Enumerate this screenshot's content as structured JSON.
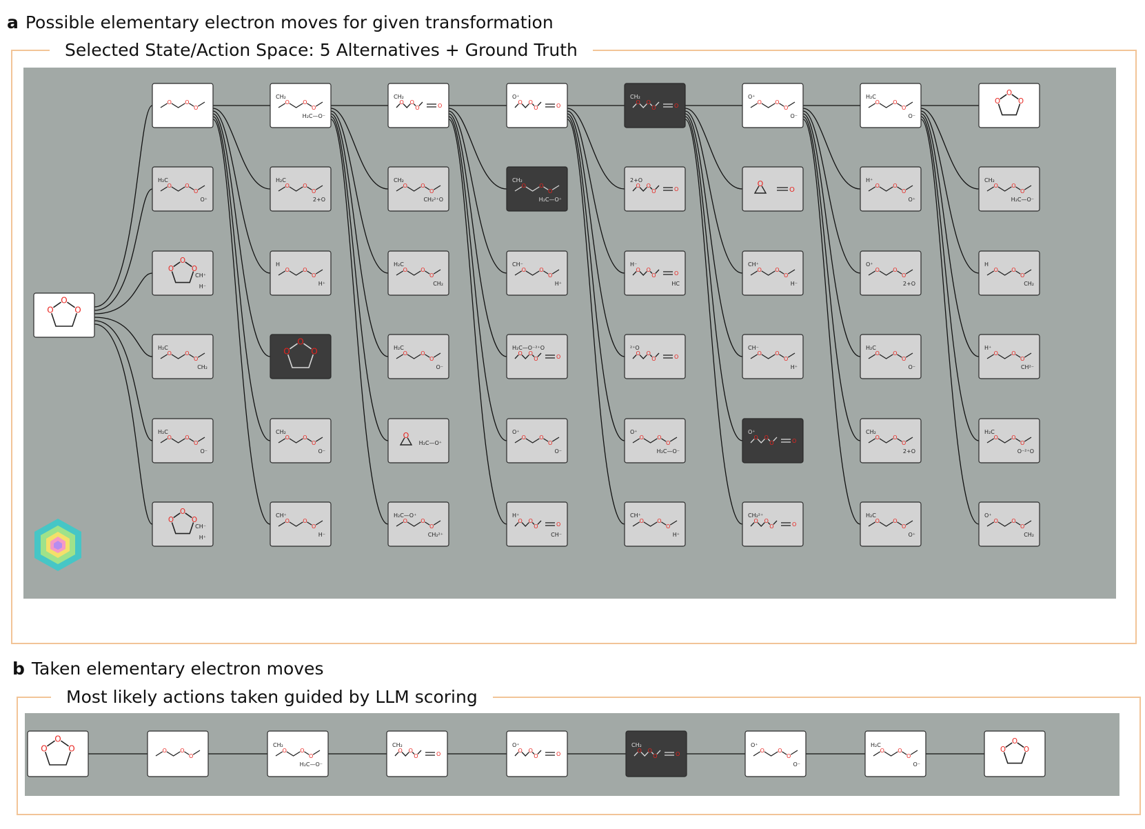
{
  "panel_a": {
    "label": "a",
    "heading": "Possible elementary electron moves for given transformation",
    "frame_title": "Selected State/Action Space: 5 Alternatives + Ground Truth"
  },
  "panel_b": {
    "label": "b",
    "heading": "Taken  elementary electron moves",
    "frame_title": "Most likely actions taken guided by LLM scoring"
  },
  "colors": {
    "panel_bg": "#a2a9a6",
    "frame_border": "#f2c497",
    "ground_truth_box": "#ffffff",
    "alternative_box": "#d3d3d3",
    "selected_box": "#3c3c3c",
    "oxygen": "#e8231e"
  },
  "tree": {
    "root": {
      "kind": "dioxolane",
      "style": "white"
    },
    "columns": [
      [
        {
          "kind": "chain",
          "style": "white"
        },
        {
          "kind": "chain",
          "style": "gray",
          "labels": [
            "H₂C",
            "O⁺"
          ]
        },
        {
          "kind": "dioxolane_small",
          "style": "gray",
          "labels": [
            "CH⁺",
            "H⁻"
          ]
        },
        {
          "kind": "chain",
          "style": "gray",
          "labels": [
            "H₂C",
            "CH₂"
          ]
        },
        {
          "kind": "chain",
          "style": "gray",
          "labels": [
            "H₂C",
            "O⁻"
          ]
        },
        {
          "kind": "dioxolane_small",
          "style": "gray",
          "labels": [
            "CH⁻",
            "H⁺"
          ]
        }
      ],
      [
        {
          "kind": "chain",
          "style": "white",
          "labels": [
            "CH₂",
            "H₂C—O⁻"
          ]
        },
        {
          "kind": "chain",
          "style": "gray",
          "labels": [
            "H₂C",
            "2+O"
          ]
        },
        {
          "kind": "chain",
          "style": "gray",
          "labels": [
            "H",
            "H⁺"
          ]
        },
        {
          "kind": "dioxolane",
          "style": "dark"
        },
        {
          "kind": "chain",
          "style": "gray",
          "labels": [
            "CH₂",
            "O⁻"
          ]
        },
        {
          "kind": "chain",
          "style": "gray",
          "labels": [
            "CH⁺",
            "H⁻"
          ]
        }
      ],
      [
        {
          "kind": "chain_db",
          "style": "white",
          "labels": [
            "CH₂"
          ]
        },
        {
          "kind": "chain",
          "style": "gray",
          "labels": [
            "CH₂",
            "CH₂²⁺O"
          ]
        },
        {
          "kind": "chain",
          "style": "gray",
          "labels": [
            "H₂C",
            "CH₂"
          ]
        },
        {
          "kind": "chain",
          "style": "gray",
          "labels": [
            "H₂C",
            "O⁻"
          ]
        },
        {
          "kind": "epoxide",
          "style": "gray",
          "labels": [
            "H₂C—O⁺"
          ]
        },
        {
          "kind": "chain",
          "style": "gray",
          "labels": [
            "H₂C—O⁺",
            "CH₂²⁺"
          ]
        }
      ],
      [
        {
          "kind": "chain_db",
          "style": "white",
          "labels": [
            "O⁺"
          ]
        },
        {
          "kind": "chain",
          "style": "dark",
          "labels": [
            "CH₂",
            "H₂C—O⁺"
          ]
        },
        {
          "kind": "chain",
          "style": "gray",
          "labels": [
            "CH⁻",
            "H⁺"
          ]
        },
        {
          "kind": "chain_db",
          "style": "gray",
          "labels": [
            "H₂C—O⁻²⁺O"
          ]
        },
        {
          "kind": "chain",
          "style": "gray",
          "labels": [
            "O⁺",
            "O⁻"
          ]
        },
        {
          "kind": "chain_db",
          "style": "gray",
          "labels": [
            "H⁺",
            "CH⁻"
          ]
        }
      ],
      [
        {
          "kind": "chain_db",
          "style": "dark",
          "labels": [
            "CH₂"
          ]
        },
        {
          "kind": "chain_db",
          "style": "gray",
          "labels": [
            "2+O"
          ]
        },
        {
          "kind": "chain_db",
          "style": "gray",
          "labels": [
            "H⁻",
            "HC"
          ]
        },
        {
          "kind": "chain_db",
          "style": "gray",
          "labels": [
            "²⁺O"
          ]
        },
        {
          "kind": "chain",
          "style": "gray",
          "labels": [
            "O⁺",
            "H₂C—O⁻"
          ]
        },
        {
          "kind": "chain",
          "style": "gray",
          "labels": [
            "CH⁺",
            "H⁺"
          ]
        }
      ],
      [
        {
          "kind": "chain",
          "style": "white",
          "labels": [
            "O⁺",
            "O⁻"
          ]
        },
        {
          "kind": "epoxide_db",
          "style": "gray"
        },
        {
          "kind": "chain",
          "style": "gray",
          "labels": [
            "CH⁺",
            "H⁻"
          ]
        },
        {
          "kind": "chain",
          "style": "gray",
          "labels": [
            "CH⁻",
            "H⁺"
          ]
        },
        {
          "kind": "chain_db",
          "style": "dark",
          "labels": [
            "O⁺"
          ]
        },
        {
          "kind": "chain_db",
          "style": "gray",
          "labels": [
            "CH₂²⁺"
          ]
        }
      ],
      [
        {
          "kind": "chain",
          "style": "white",
          "labels": [
            "H₂C",
            "O⁻"
          ]
        },
        {
          "kind": "chain",
          "style": "gray",
          "labels": [
            "H⁺",
            "O⁺"
          ]
        },
        {
          "kind": "chain",
          "style": "gray",
          "labels": [
            "O⁺",
            "2+O"
          ]
        },
        {
          "kind": "chain",
          "style": "gray",
          "labels": [
            "H₂C",
            "O⁻"
          ]
        },
        {
          "kind": "chain",
          "style": "gray",
          "labels": [
            "CH₂",
            "2+O"
          ]
        },
        {
          "kind": "chain",
          "style": "gray",
          "labels": [
            "H₂C",
            "O⁺"
          ]
        }
      ],
      [
        {
          "kind": "dioxolane_small",
          "style": "white"
        },
        {
          "kind": "chain",
          "style": "gray",
          "labels": [
            "CH₂",
            "H₂C—O⁻"
          ]
        },
        {
          "kind": "chain",
          "style": "gray",
          "labels": [
            "H",
            "CH₂"
          ]
        },
        {
          "kind": "chain",
          "style": "gray",
          "labels": [
            "H⁺",
            "CH²⁻"
          ]
        },
        {
          "kind": "chain",
          "style": "gray",
          "labels": [
            "H₂C",
            "O⁻²⁺O"
          ]
        },
        {
          "kind": "chain",
          "style": "gray",
          "labels": [
            "O⁺",
            "CH₂"
          ]
        }
      ]
    ]
  },
  "path": [
    {
      "kind": "dioxolane",
      "style": "white"
    },
    {
      "kind": "chain",
      "style": "white"
    },
    {
      "kind": "chain",
      "style": "white",
      "labels": [
        "CH₂",
        "H₂C—O⁻"
      ]
    },
    {
      "kind": "chain_db",
      "style": "white",
      "labels": [
        "CH₂"
      ]
    },
    {
      "kind": "chain_db",
      "style": "white",
      "labels": [
        "O⁺"
      ]
    },
    {
      "kind": "chain_db",
      "style": "dark",
      "labels": [
        "CH₂"
      ]
    },
    {
      "kind": "chain",
      "style": "white",
      "labels": [
        "O⁺",
        "O⁻"
      ]
    },
    {
      "kind": "chain",
      "style": "white",
      "labels": [
        "H₂C",
        "O⁻"
      ]
    },
    {
      "kind": "dioxolane_small",
      "style": "white"
    }
  ]
}
